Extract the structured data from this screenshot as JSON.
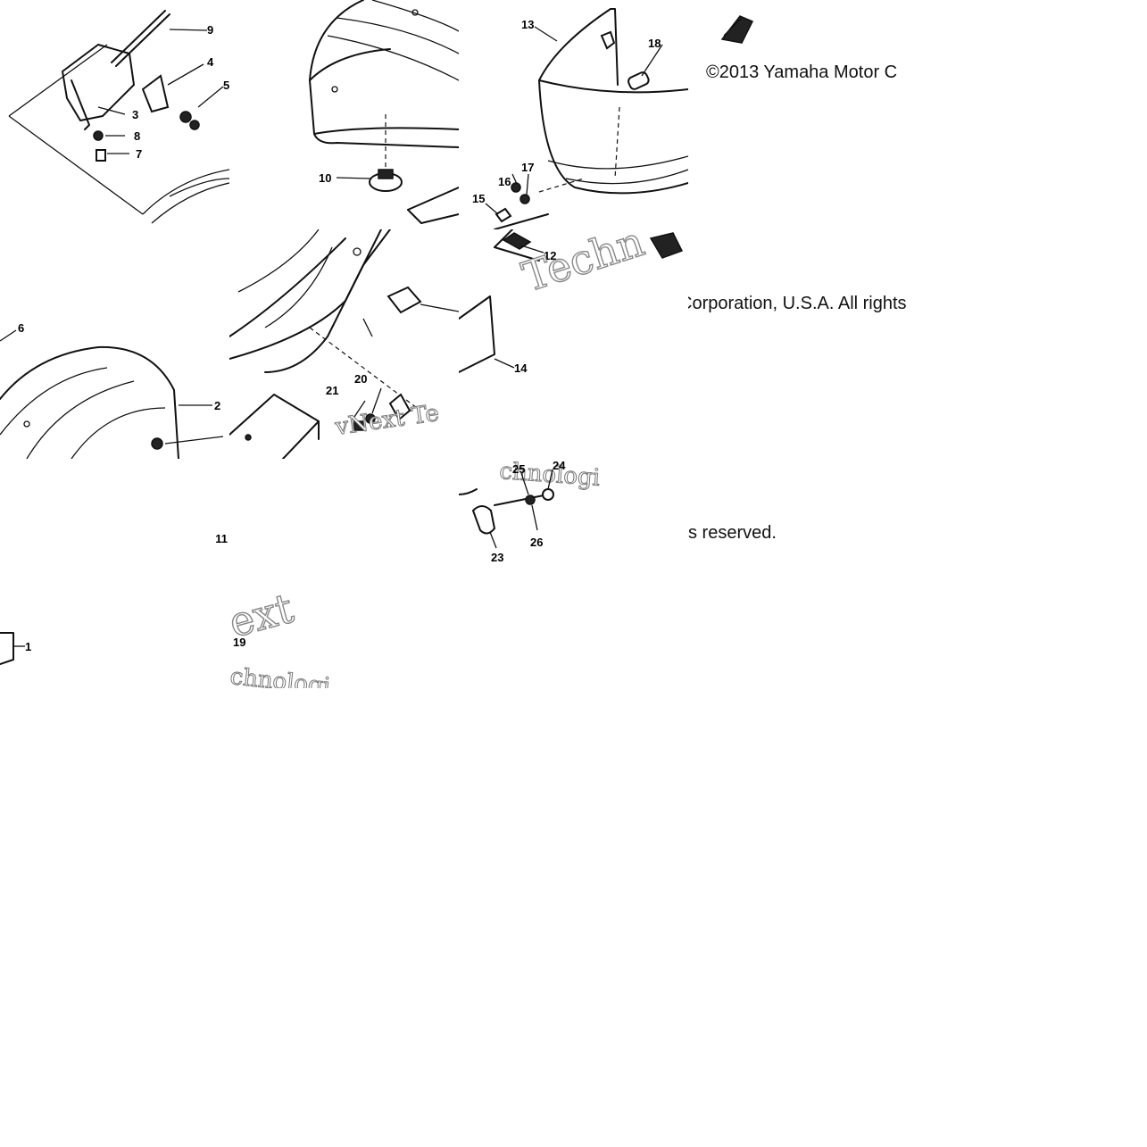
{
  "copyright": {
    "line1": "©2013 Yamaha Motor C",
    "line2": "Corporation, U.S.A. All rights",
    "line3": "s reserved."
  },
  "watermark": {
    "tech_top": "Techn",
    "vnext_mid": "vNext Te",
    "ext_left": "ext",
    "chnolog_left": "chnologi",
    "chnolog_right": "chnologi"
  },
  "part_numbers": {
    "p1": "1",
    "p2": "2",
    "p3": "3",
    "p4": "4",
    "p5": "5",
    "p6": "6",
    "p7": "7",
    "p8": "8",
    "p9": "9",
    "p10": "10",
    "p11": "11",
    "p12": "12",
    "p13": "13",
    "p14": "14",
    "p15": "15",
    "p16": "16",
    "p17": "17",
    "p18": "18",
    "p19": "19",
    "p20": "20",
    "p21": "21",
    "p23": "23",
    "p24": "24",
    "p25": "25",
    "p26": "26"
  },
  "colors": {
    "line": "#111111",
    "watermark_outline": "#888888",
    "background": "#ffffff"
  }
}
